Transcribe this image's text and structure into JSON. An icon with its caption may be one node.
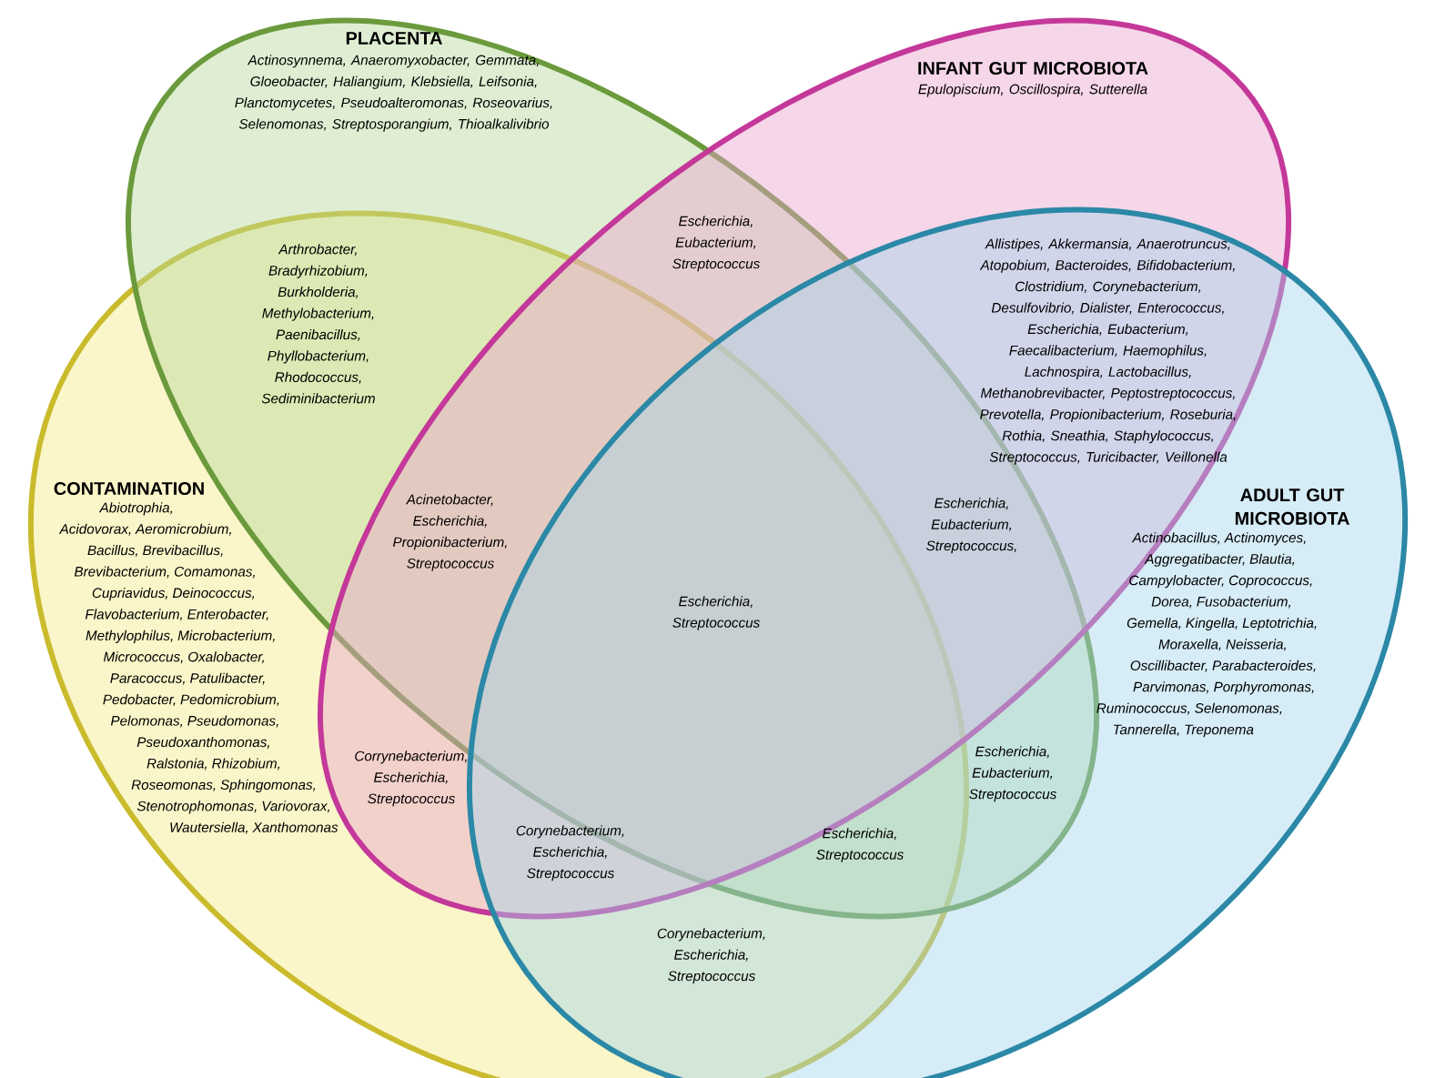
{
  "diagram": {
    "nodes": [
      {
        "text": [
          "PLACENTA",
          "Actinosynnema, Anaeromyxobacter, Gemmata, Gloeobacter, Haliangium, Klebsiella, Leifsonia, Planctomycetes, Pseudoalteromonas, Roseovarius, Selenomonas, Streptosporangium, Thioalkalivibrio"
        ]
      },
      {
        "text": [
          "INFANT GUT MICROBIOTA",
          "Epulopiscium, Oscillospira, Sutterella"
        ]
      },
      {
        "text": [
          "CONTAMINATION",
          "Abiotrophia, Acidovorax, Aeromicrobium, Bacillus, Brevibacillus, Brevibacterium, Comamonas, Cupriavidus, Deinococcus, Flavobacterium, Enterobacter, Methylophilus, Microbacterium, Micrococcus, Oxalobacter, Paracoccus, Patulibacter, Pedobacter, Pedomicrobium, Pelomonas, Pseudomonas, Pseudoxanthomonas, Ralstonia, Rhizobium, Roseomonas, Sphingomonas, Stenotrophomonas, Variovorax, Wautersiella, Xanthomonas"
        ]
      },
      {
        "text": [
          "ADULT GUT MICROBIOTA",
          "Actinobacillus, Actinomyces, Aggregatibacter, Blautia, Campylobacter, Coprococcus, Dorea, Fusobacterium, Gemella, Kingella, Leptotrichia, Moraxella, Neisseria, Oscillibacter, Parabacteroides, Parvimonas, Porphyromonas, Ruminococcus, Selenomonas, Tannerella, Treponema"
        ]
      }
    ],
    "labels": [
      "Escherichia, Eubacterium, Streptococcus",
      "Allistipes, Akkermansia, Anaerotruncus, Atopobium, Bacteroides, Bifidobacterium, Clostridium, Corynebacterium, Desulfovibrio, Dialister, Enterococcus, Escherichia, Eubacterium, Faecalibacterium, Haemophilus, Lachnospira, Lactobacillus, Methanobrevibacter, Peptostreptococcus, Prevotella, Propionibacterium, Roseburia, Rothia, Sneathia, Staphylococcus, Streptococcus, Turicibacter, Veillonella",
      "Arthrobacter, Bradyrhizobium, Burkholderia, Methylobacterium, Paenibacillus, Phyllobacterium, Rhodococcus, Sediminibacterium",
      "Acinetobacter, Escherichia, Propionibacterium, Streptococcus",
      "Escherichia, Eubacterium, Streptococcus,",
      "Escherichia, Streptococcus",
      "Corrynebacterium, Escherichia, Streptococcus",
      "Escherichia, Eubacterium, Streptococcus",
      "Corynebacterium, Escherichia, Streptococcus",
      "Escherichia, Streptococcus",
      "Corynebacterium, Escherichia, Streptococcus"
    ]
  }
}
